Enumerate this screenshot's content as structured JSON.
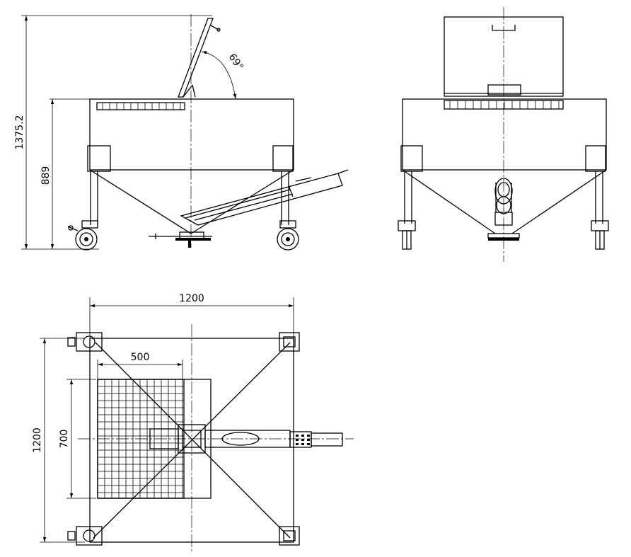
{
  "dimensions": {
    "total_height": "1375.2",
    "body_height": "889",
    "angle": "69°",
    "width_top_view": "1200",
    "depth_top_view": "1200",
    "grid_width": "500",
    "grid_depth": "700"
  }
}
